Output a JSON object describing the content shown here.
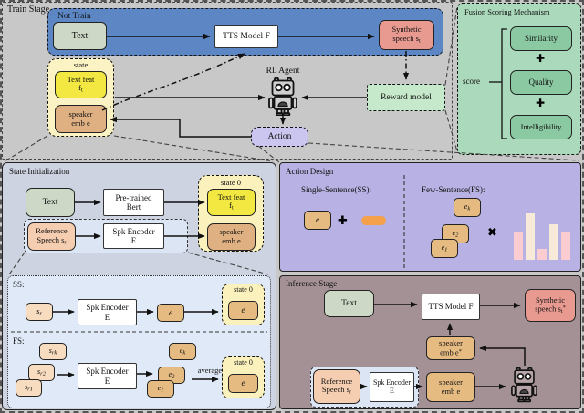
{
  "colors": {
    "canvas_bg": "#c8c8c8",
    "not_train_blue": "#5c87c4",
    "text_green": "#cdd9c6",
    "synthetic_pink": "#e89a90",
    "fusion_bg": "#abd9bb",
    "fusion_item_green": "#8bc9a3",
    "state_bg": "#fcf3c4",
    "text_feat_yellow": "#f2e841",
    "speaker_tan": "#dfb082",
    "emb_tan": "#e6bb82",
    "speech_peach": "#f8dcbf",
    "ref_speech_peach": "#f5cdb0",
    "reward_green": "#c6e9cb",
    "action_lavender": "#cac6ef",
    "state_init_bg": "#cdd3e1",
    "subbox_blue": "#dce5f4",
    "ssfs_bg": "#e0e9f7",
    "action_design_bg": "#b7b2e3",
    "inference_bg": "#a49195",
    "orange_bar": "#f5a14b",
    "bar_pink": "#fbcdd0",
    "bar_cream": "#f8ead9"
  },
  "train_stage": {
    "label": "Train Stage",
    "not_train": {
      "label": "Not Train",
      "text_box": "Text",
      "tts_box": "TTS Model F",
      "synthetic": {
        "l1": "Synthetic",
        "l2": "speech s_{t}"
      }
    },
    "state": {
      "label": "state",
      "text_feat": {
        "l1": "Text feat",
        "l2": "f_{t}"
      },
      "speaker_emb": {
        "l1": "speaker",
        "l2": "emb e"
      }
    },
    "rl_agent_label": "RL Agent",
    "reward_model": "Reward model",
    "action": "Action"
  },
  "fusion": {
    "title": "Fusion Scoring Mechanism",
    "score_label": "score",
    "plus": "✚",
    "items": [
      "Similarity",
      "Quality",
      "Intelligibility"
    ]
  },
  "state_init": {
    "title": "State Initialization",
    "text_box": "Text",
    "bert": {
      "l1": "Pre-trained",
      "l2": "Bert"
    },
    "state0_label": "state 0",
    "text_feat": {
      "l1": "Text feat",
      "l2": "f_{t}"
    },
    "speaker_emb": {
      "l1": "speaker",
      "l2": "emb e"
    },
    "ref_speech": {
      "l1": "Reference",
      "l2": "Speech s_{r}"
    },
    "spk_encoder": {
      "l1": "Spk Encoder",
      "l2": "E"
    }
  },
  "ssfs": {
    "ss_label": "SS:",
    "fs_label": "FS:",
    "ss": {
      "input": "s_{r}",
      "encoder": {
        "l1": "Spk Encoder",
        "l2": "E"
      },
      "emb": "e",
      "state0_label": "state 0",
      "state0_emb": "e"
    },
    "fs": {
      "inputs": [
        "s_{rk}",
        "s_{r2}",
        "s_{r1}"
      ],
      "encoder": {
        "l1": "Spk Encoder",
        "l2": "E"
      },
      "embs": [
        "e_{k}",
        "e_{2}",
        "e_{1}"
      ],
      "average_label": "average",
      "state0_label": "state 0",
      "state0_emb": "e"
    }
  },
  "action_design": {
    "title": "Action Design",
    "ss_heading": "Single-Sentence(SS):",
    "fs_heading": "Few-Sentence(FS):",
    "ss_emb": "e",
    "plus": "✚",
    "times": "✖",
    "fs_embs": [
      "e_{k}",
      "e_{2}",
      "e_{1}"
    ],
    "bars": [
      {
        "height": 30,
        "color": "#fbcdd0"
      },
      {
        "height": 51,
        "color": "#f8ead9"
      },
      {
        "height": 12,
        "color": "#fbcdd0"
      },
      {
        "height": 39,
        "color": "#f8ead9"
      },
      {
        "height": 30,
        "color": "#fbcdd0"
      }
    ]
  },
  "inference": {
    "title": "Inference Stage",
    "text_box": "Text",
    "tts_box": "TTS Model F",
    "synthetic": {
      "l1": "Synthetic",
      "l2": "speech s_{t}^{*}"
    },
    "speaker_emb_star": {
      "l1": "speaker",
      "l2": "emb e^{*}"
    },
    "ref_speech": {
      "l1": "Reference",
      "l2": "Speech s_{r}"
    },
    "spk_encoder": {
      "l1": "Spk Encoder",
      "l2": "E"
    },
    "speaker_emb": {
      "l1": "speaker",
      "l2": "emb e"
    }
  }
}
